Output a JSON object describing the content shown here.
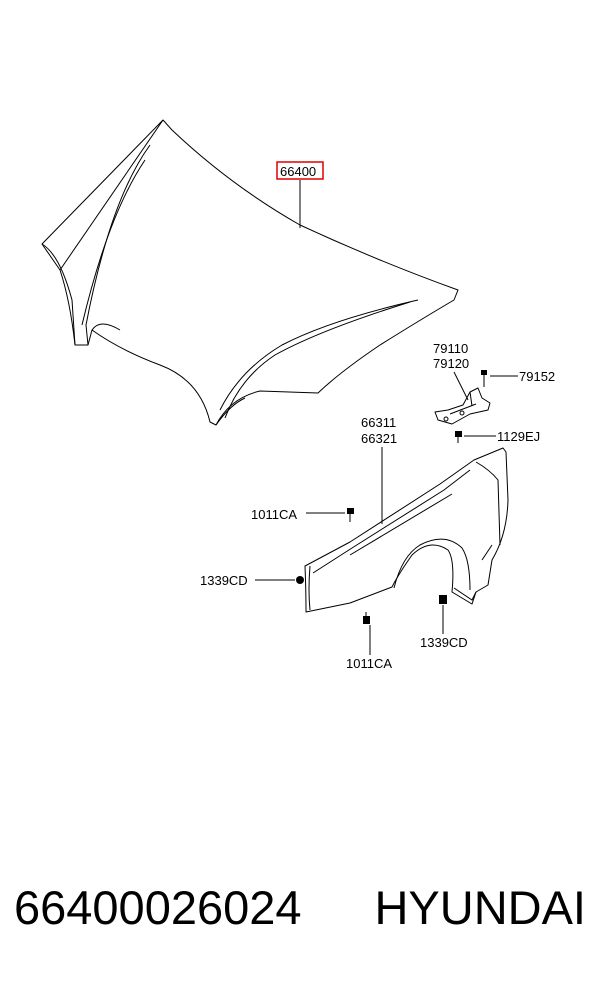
{
  "diagram": {
    "callouts": {
      "hood": "66400",
      "hinge_a": "79110",
      "hinge_b": "79120",
      "hinge_bolt": "79152",
      "hinge_screw": "1129EJ",
      "fender_a": "66311",
      "fender_b": "66321",
      "fender_bolt_top": "1011CA",
      "fender_clip_left": "1339CD",
      "fender_clip_bottom": "1339CD",
      "fender_bolt_bottom": "1011CA"
    },
    "highlight_color": "#e00000"
  },
  "footer": {
    "part_number": "66400026024",
    "brand": "HYUNDAI"
  }
}
